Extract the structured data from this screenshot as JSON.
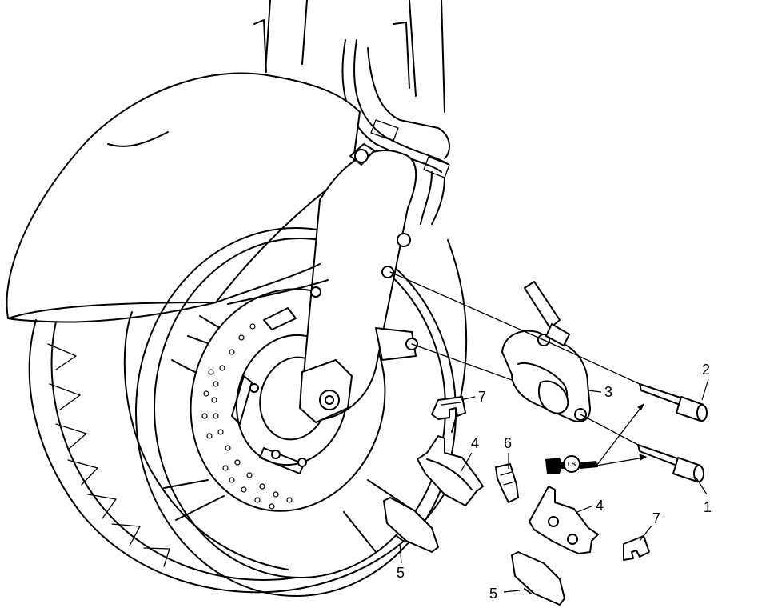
{
  "callouts": {
    "c1": "1",
    "c2": "2",
    "c3": "3",
    "c4a": "4",
    "c4b": "4",
    "c5a": "5",
    "c5b": "5",
    "c6": "6",
    "c7a": "7",
    "c7b": "7"
  },
  "lubricant_symbol": "LS",
  "colors": {
    "line": "#000000",
    "background": "#ffffff"
  }
}
